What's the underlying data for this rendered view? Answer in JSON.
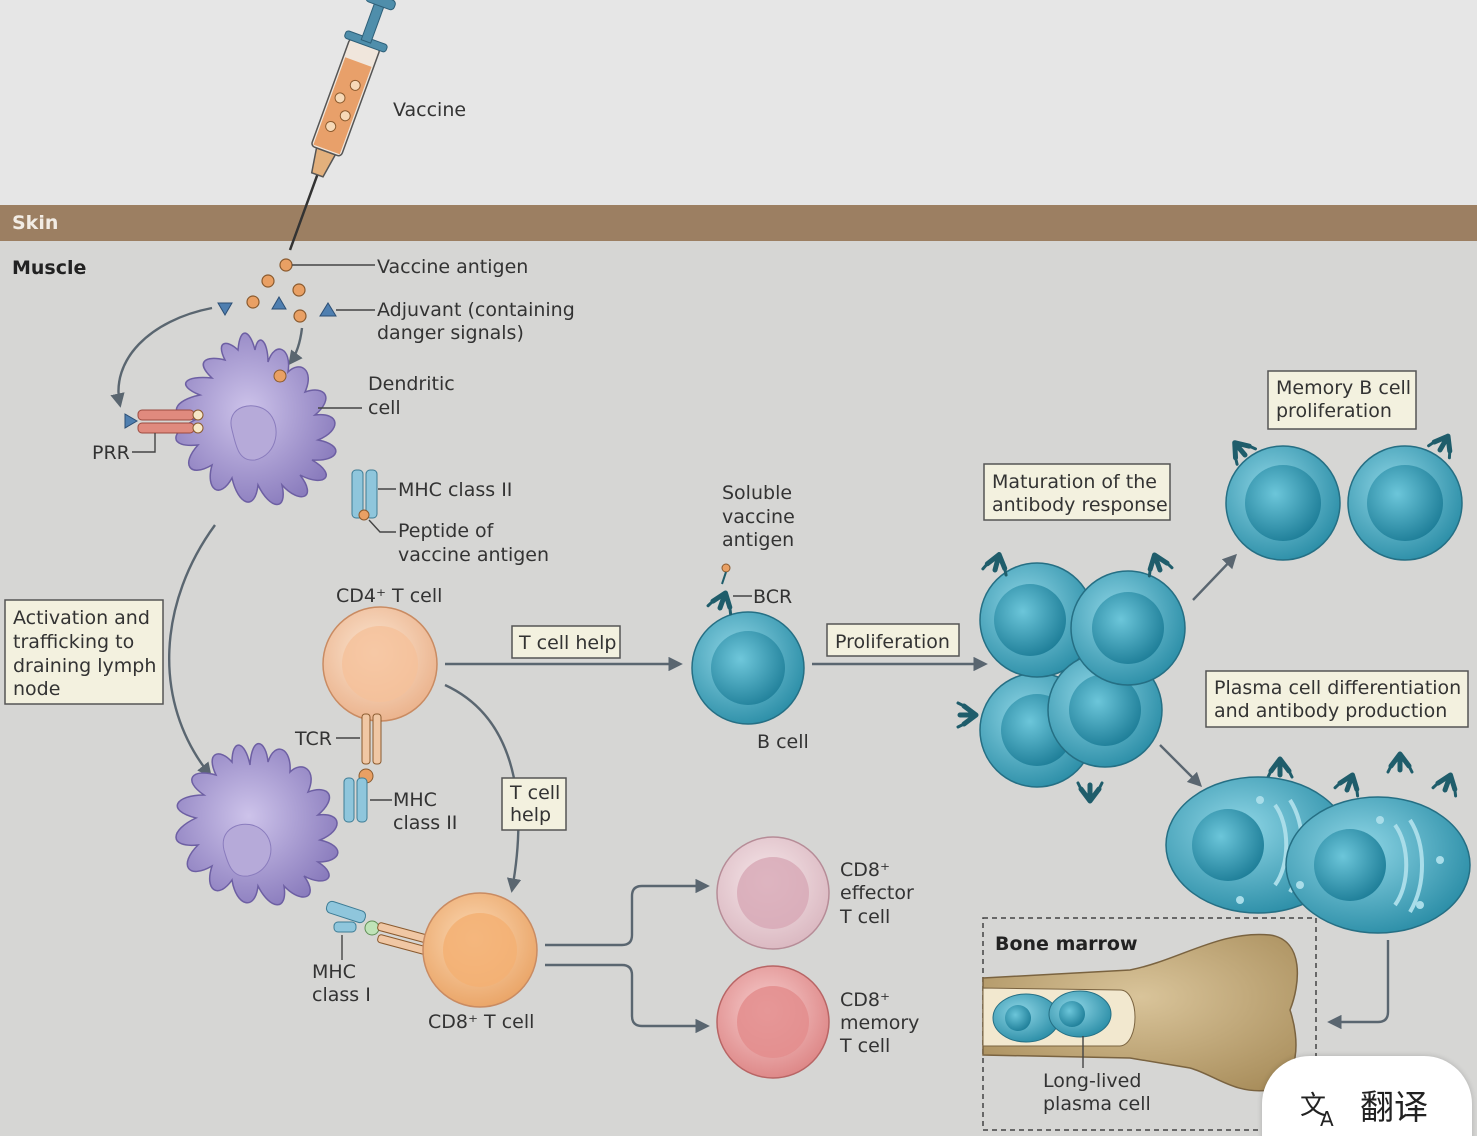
{
  "layers": {
    "skin": "Skin",
    "muscle": "Muscle"
  },
  "labels": {
    "vaccine": "Vaccine",
    "vaccine_antigen": "Vaccine antigen",
    "adjuvant_1": "Adjuvant (containing",
    "adjuvant_2": "danger signals)",
    "dendritic_1": "Dendritic",
    "dendritic_2": "cell",
    "prr": "PRR",
    "mhc2_top": "MHC class II",
    "peptide_1": "Peptide of",
    "peptide_2": "vaccine antigen",
    "cd4_tcell": "CD4⁺ T cell",
    "tcr": "TCR",
    "mhc2_low_1": "MHC",
    "mhc2_low_2": "class II",
    "mhc1_1": "MHC",
    "mhc1_2": "class I",
    "cd8_tcell": "CD8⁺ T cell",
    "soluble_1": "Soluble",
    "soluble_2": "vaccine",
    "soluble_3": "antigen",
    "bcr": "BCR",
    "bcell": "B cell",
    "cd8_effector_1": "CD8⁺",
    "cd8_effector_2": "effector",
    "cd8_effector_3": "T cell",
    "cd8_memory_1": "CD8⁺",
    "cd8_memory_2": "memory",
    "cd8_memory_3": "T cell",
    "bone_marrow": "Bone marrow",
    "long_lived_1": "Long-lived",
    "long_lived_2": "plasma cell"
  },
  "boxes": {
    "activation_1": "Activation and",
    "activation_2": "trafficking to",
    "activation_3": "draining lymph",
    "activation_4": "node",
    "tcell_help_horizontal": "T cell help",
    "tcell_help_v1": "T cell",
    "tcell_help_v2": "help",
    "proliferation": "Proliferation",
    "maturation_1": "Maturation of the",
    "maturation_2": "antibody response",
    "memory_b_1": "Memory B cell",
    "memory_b_2": "proliferation",
    "plasma_1": "Plasma cell differentiation",
    "plasma_2": "and antibody production"
  },
  "translate_widget": {
    "icon": "translate-icon",
    "label": "翻译"
  },
  "colors": {
    "background_top": "#e6e6e6",
    "tissue": "#d6d6d4",
    "skin": "#9c7f62",
    "dendritic_cell": "#9d8fc8",
    "b_cell": "#3fa6be",
    "cd4_t_cell": "#f1c6a0",
    "cd8_t_cell": "#f1b77e",
    "cd8_effector": "#ebd3d8",
    "cd8_memory": "#eba4a4",
    "bone": "#c6ad7e",
    "box_fill": "#f3f1df"
  }
}
